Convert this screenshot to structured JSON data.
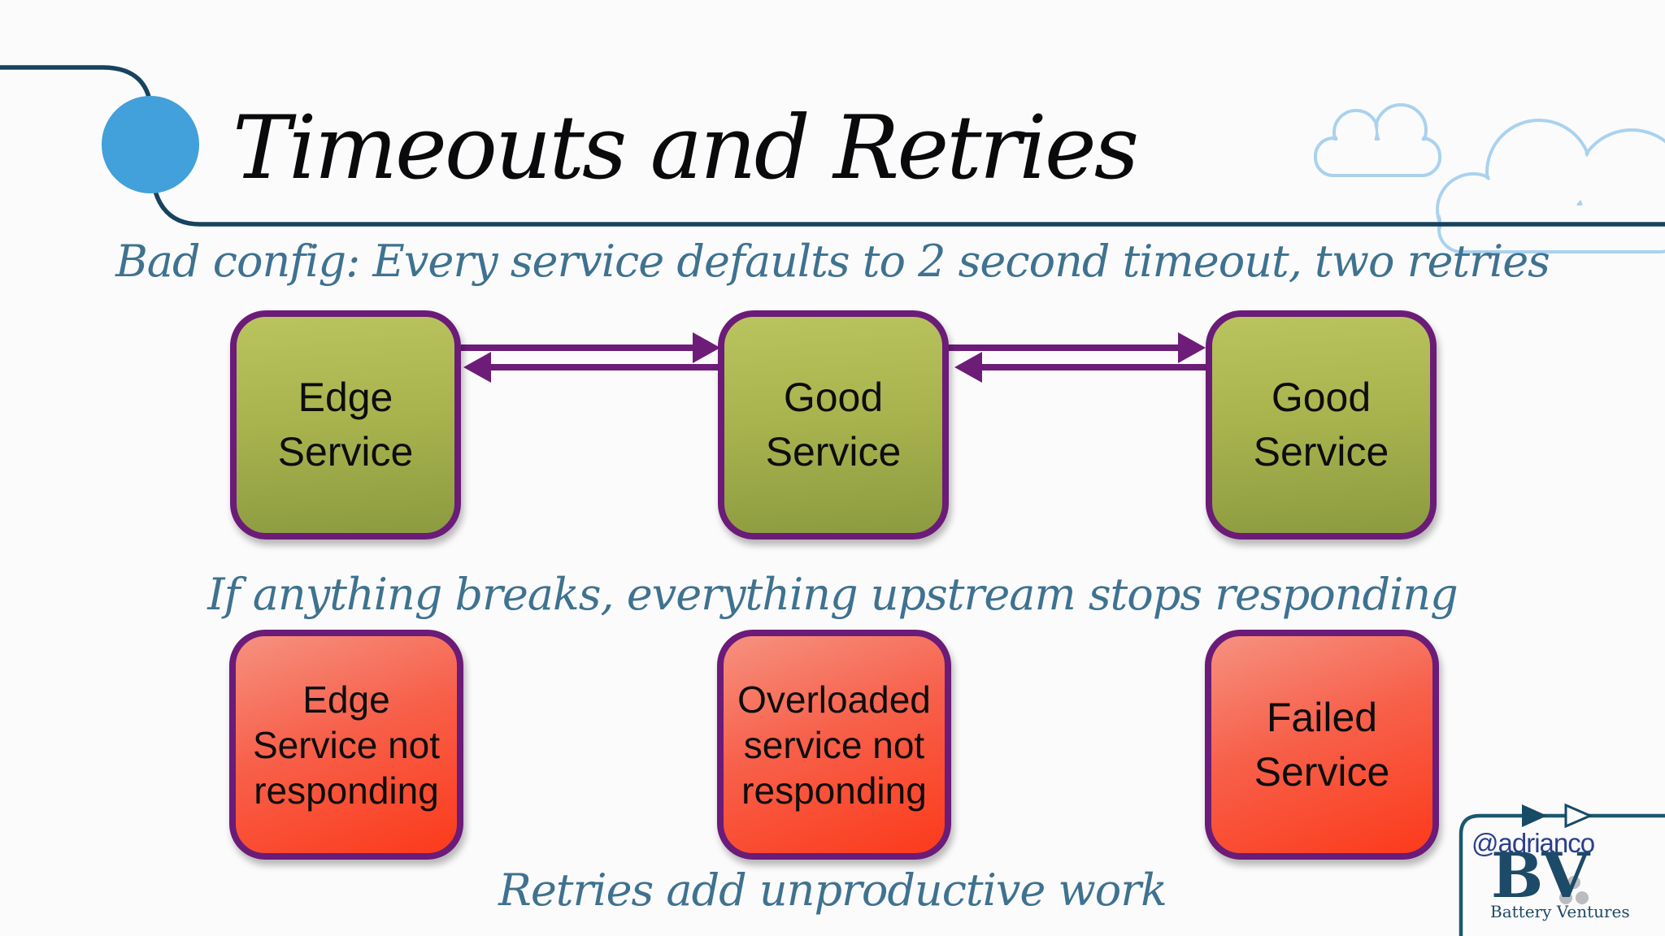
{
  "slide": {
    "title": "Timeouts and Retries",
    "captions": {
      "top": "Bad config: Every service defaults to 2 second timeout, two retries",
      "middle": "If anything breaks, everything upstream stops responding",
      "bottom": "Retries add unproductive work"
    }
  },
  "diagram": {
    "good_services": [
      {
        "label": "Edge\nService"
      },
      {
        "label": "Good\nService"
      },
      {
        "label": "Good\nService"
      }
    ],
    "failed_services": [
      {
        "label": "Edge\nService not\nresponding"
      },
      {
        "label": "Overloaded\nservice not\nresponding"
      },
      {
        "label": "Failed\nService"
      }
    ]
  },
  "footer": {
    "handle": "@adrianco",
    "logo_text": "BV",
    "logo_subtext": "Battery Ventures"
  },
  "colors": {
    "caption_teal": "#3E7290",
    "frame_line": "#16435D",
    "bullet_blue": "#42A0DA",
    "cloud_outline": "#A9D2EF",
    "good_service_fill": "#A8B34D",
    "failed_service_fill": "#FB3A1C",
    "box_border_purple": "#6B1B78",
    "arrow_purple": "#6D1D78",
    "logo_navy": "#1D4A68",
    "handle_blue": "#2A3F8F"
  }
}
